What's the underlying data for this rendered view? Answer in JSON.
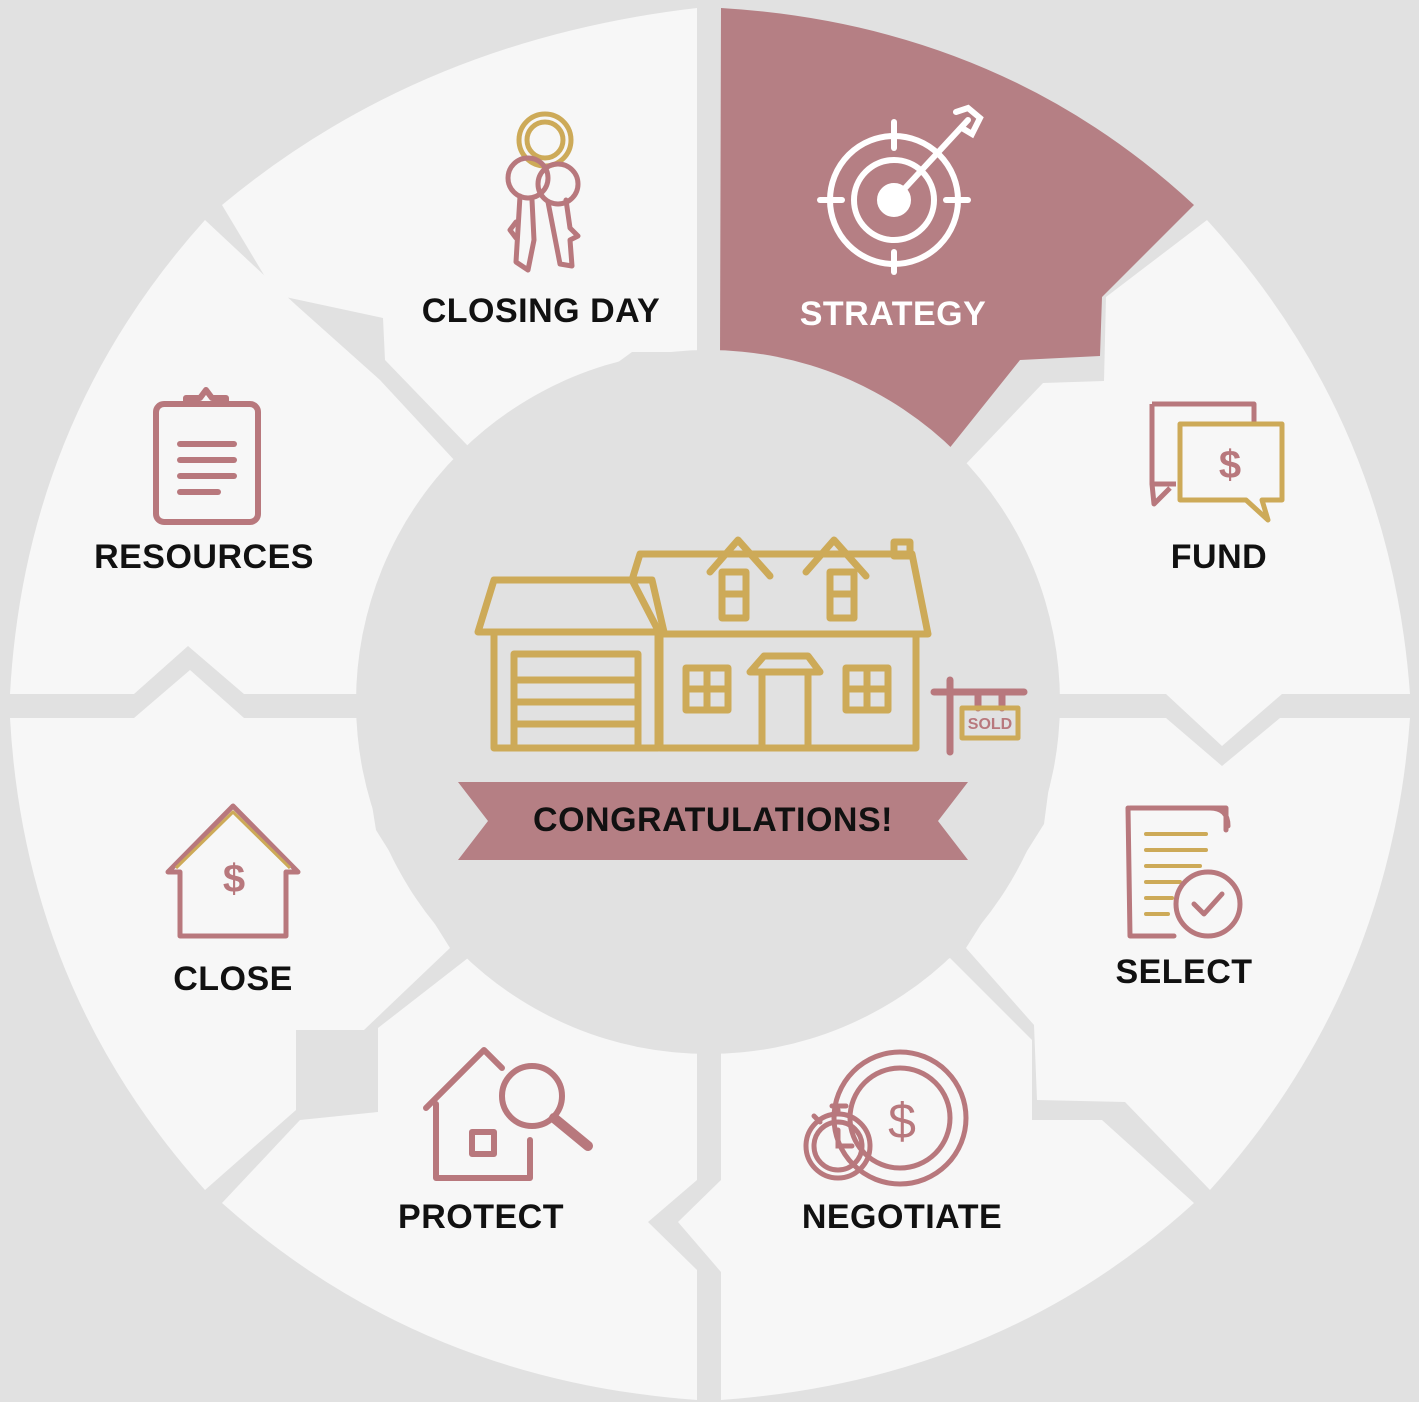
{
  "colors": {
    "background": "#e1e1e1",
    "segment": "#f7f7f7",
    "highlight": "#b57f84",
    "rose": "#b8787d",
    "gold": "#cdaa58",
    "label_dark": "#111111",
    "label_light": "#ffffff"
  },
  "segments": [
    {
      "key": "closing-day",
      "label": "CLOSING DAY",
      "icon": "keys-icon",
      "highlighted": false
    },
    {
      "key": "strategy",
      "label": "STRATEGY",
      "icon": "target-arrow-icon",
      "highlighted": true
    },
    {
      "key": "fund",
      "label": "FUND",
      "icon": "chat-dollar-icon",
      "highlighted": false
    },
    {
      "key": "select",
      "label": "SELECT",
      "icon": "document-check-icon",
      "highlighted": false
    },
    {
      "key": "negotiate",
      "label": "NEGOTIATE",
      "icon": "coin-stopwatch-icon",
      "highlighted": false
    },
    {
      "key": "protect",
      "label": "PROTECT",
      "icon": "house-magnifier-icon",
      "highlighted": false
    },
    {
      "key": "close",
      "label": "CLOSE",
      "icon": "house-dollar-icon",
      "highlighted": false
    },
    {
      "key": "resources",
      "label": "RESOURCES",
      "icon": "clipboard-icon",
      "highlighted": false
    }
  ],
  "center": {
    "banner_text": "CONGRATULATIONS!",
    "sign_text": "SOLD",
    "icon": "sold-house-icon"
  }
}
